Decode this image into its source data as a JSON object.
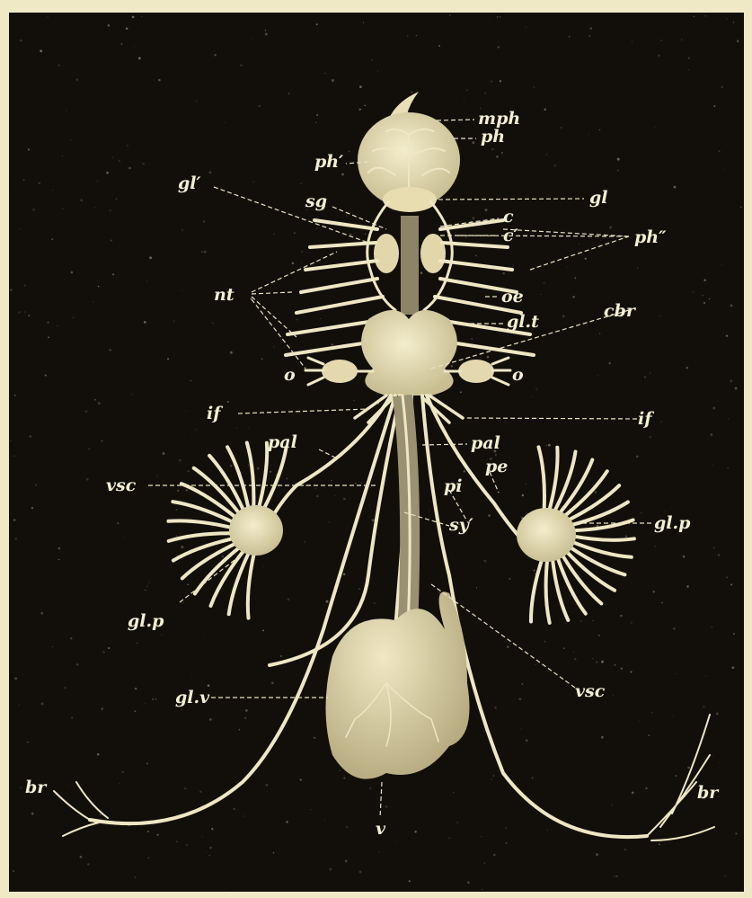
{
  "labels": {
    "mph": "mph",
    "ph": "ph",
    "ph_prime": "ph′",
    "gl_prime": "gl′",
    "sg": "sg",
    "gl": "gl",
    "c": "c",
    "c_prime": "c′",
    "ph_double_prime": "ph″",
    "nt": "nt",
    "oe": "oe",
    "gl_t": "gl.t",
    "cbr": "cbr",
    "o_left": "o",
    "o_right": "o",
    "if_left": "if",
    "if_right": "if",
    "pal_left": "pal",
    "pal_right": "pal",
    "pe": "pe",
    "pi": "pi",
    "vsc_left": "vsc",
    "vsc_right": "vsc",
    "sy_prime": "sy′",
    "gl_p_left": "gl.p",
    "gl_p_right": "gl.p",
    "gl_v": "gl.v",
    "br_left": "br",
    "br_right": "br",
    "v": "v"
  },
  "colors": {
    "background": "#120f0b",
    "frame": "#efe9c6",
    "tissue": "#ede4bc",
    "label": "#f4efd2"
  }
}
